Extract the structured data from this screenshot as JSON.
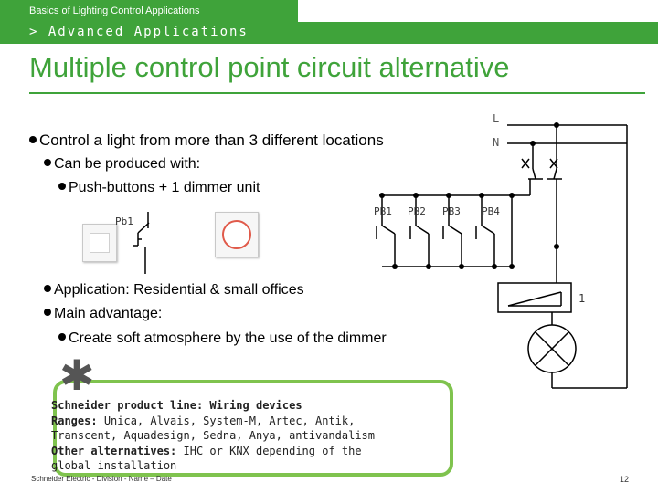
{
  "header": {
    "breadcrumb": "Basics of Lighting Control Applications",
    "section": "> Advanced Applications"
  },
  "slide": {
    "title": "Multiple control point circuit alternative"
  },
  "bullets": {
    "b1": "Control a light from more than 3 different locations",
    "b2": "Can be produced with:",
    "b3": "Push-buttons + 1 dimmer unit",
    "b4": "Application: Residential & small offices",
    "b5": "Main advantage:",
    "b6": "Create soft atmosphere by the use of the dimmer"
  },
  "diagram": {
    "label_l": "L",
    "label_n": "N",
    "label_pb1_small": "Pb1",
    "pb_labels": [
      "PB1",
      "PB2",
      "PB3",
      "PB4"
    ],
    "dimmer_label": "1"
  },
  "info": {
    "line1_label": "Schneider product line:",
    "line1_value": "Wiring devices",
    "line2_label": "Ranges:",
    "line2_value": "Unica, Alvais, System-M, Artec, Antik,",
    "line3": "Transcent, Aquadesign, Sedna, Anya, antivandalism",
    "line4_label": "Other alternatives:",
    "line4_value": "IHC or KNX depending of the",
    "line5": "global installation"
  },
  "footer": {
    "text": "Schneider Electric - Division - Name – Date",
    "page": "12"
  }
}
